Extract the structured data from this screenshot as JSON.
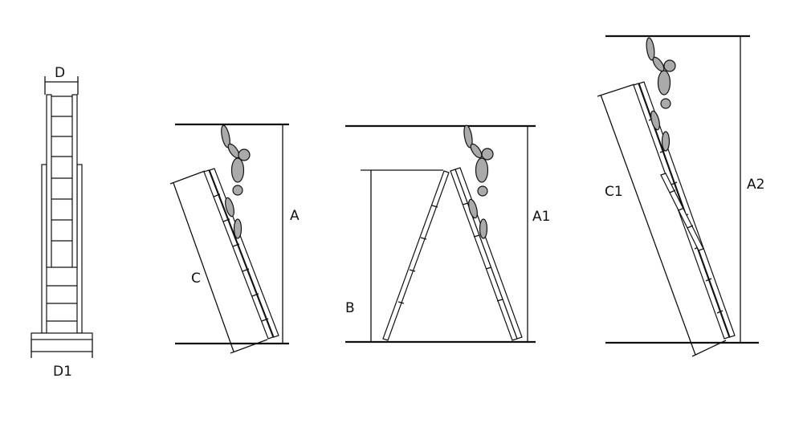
{
  "labels": {
    "D": "D",
    "D1": "D1",
    "A": "A",
    "C": "C",
    "A1": "A1",
    "B": "B",
    "C1": "C1",
    "A2": "A2"
  }
}
